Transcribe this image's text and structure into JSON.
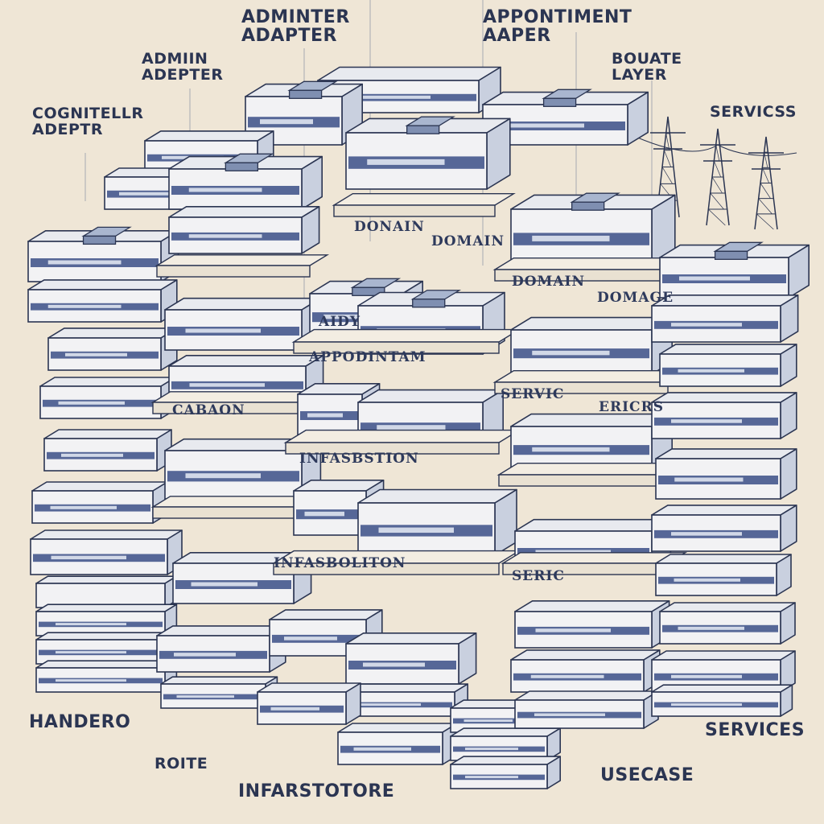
{
  "labels": {
    "admin_adapter_top": "ADMINTER\nADAPTER",
    "appointment_adapter": "APPONTIMENT\nAAPER",
    "admin_adepter": "ADMIIN\nADEPTER",
    "domain_layer": "BOUATE\nLAYER",
    "controller_adapter": "COGNITELLR\nADEPTR",
    "services_top": "SERVICSS",
    "handero": "HANDERO",
    "roite": "ROITE",
    "infrastore": "INFARSTOTORE",
    "usecase": "USECASE",
    "services_bottom": "SERVICES"
  },
  "platform_labels": {
    "domain_1": "DONAIN",
    "domain_1b": "DOMAIN",
    "domain_2": "DOMAIN",
    "domain_2b": "DOMAGE",
    "appointment": "APPODINTAM",
    "service_1": "SERVIC",
    "service_1b": "ERICRS",
    "cabaon": "CABAON",
    "infrastructure_1": "INFASBSTION",
    "infrastructure_2": "INFASBOLITON",
    "aid": "AIDY",
    "service_2": "SERIC"
  },
  "colors": {
    "background": "#efe6d6",
    "box_top": "#e8eaef",
    "box_side": "#c9d0df",
    "box_band": "#3b4f86",
    "stroke": "#2b3552",
    "platform": "#f3ede2"
  }
}
